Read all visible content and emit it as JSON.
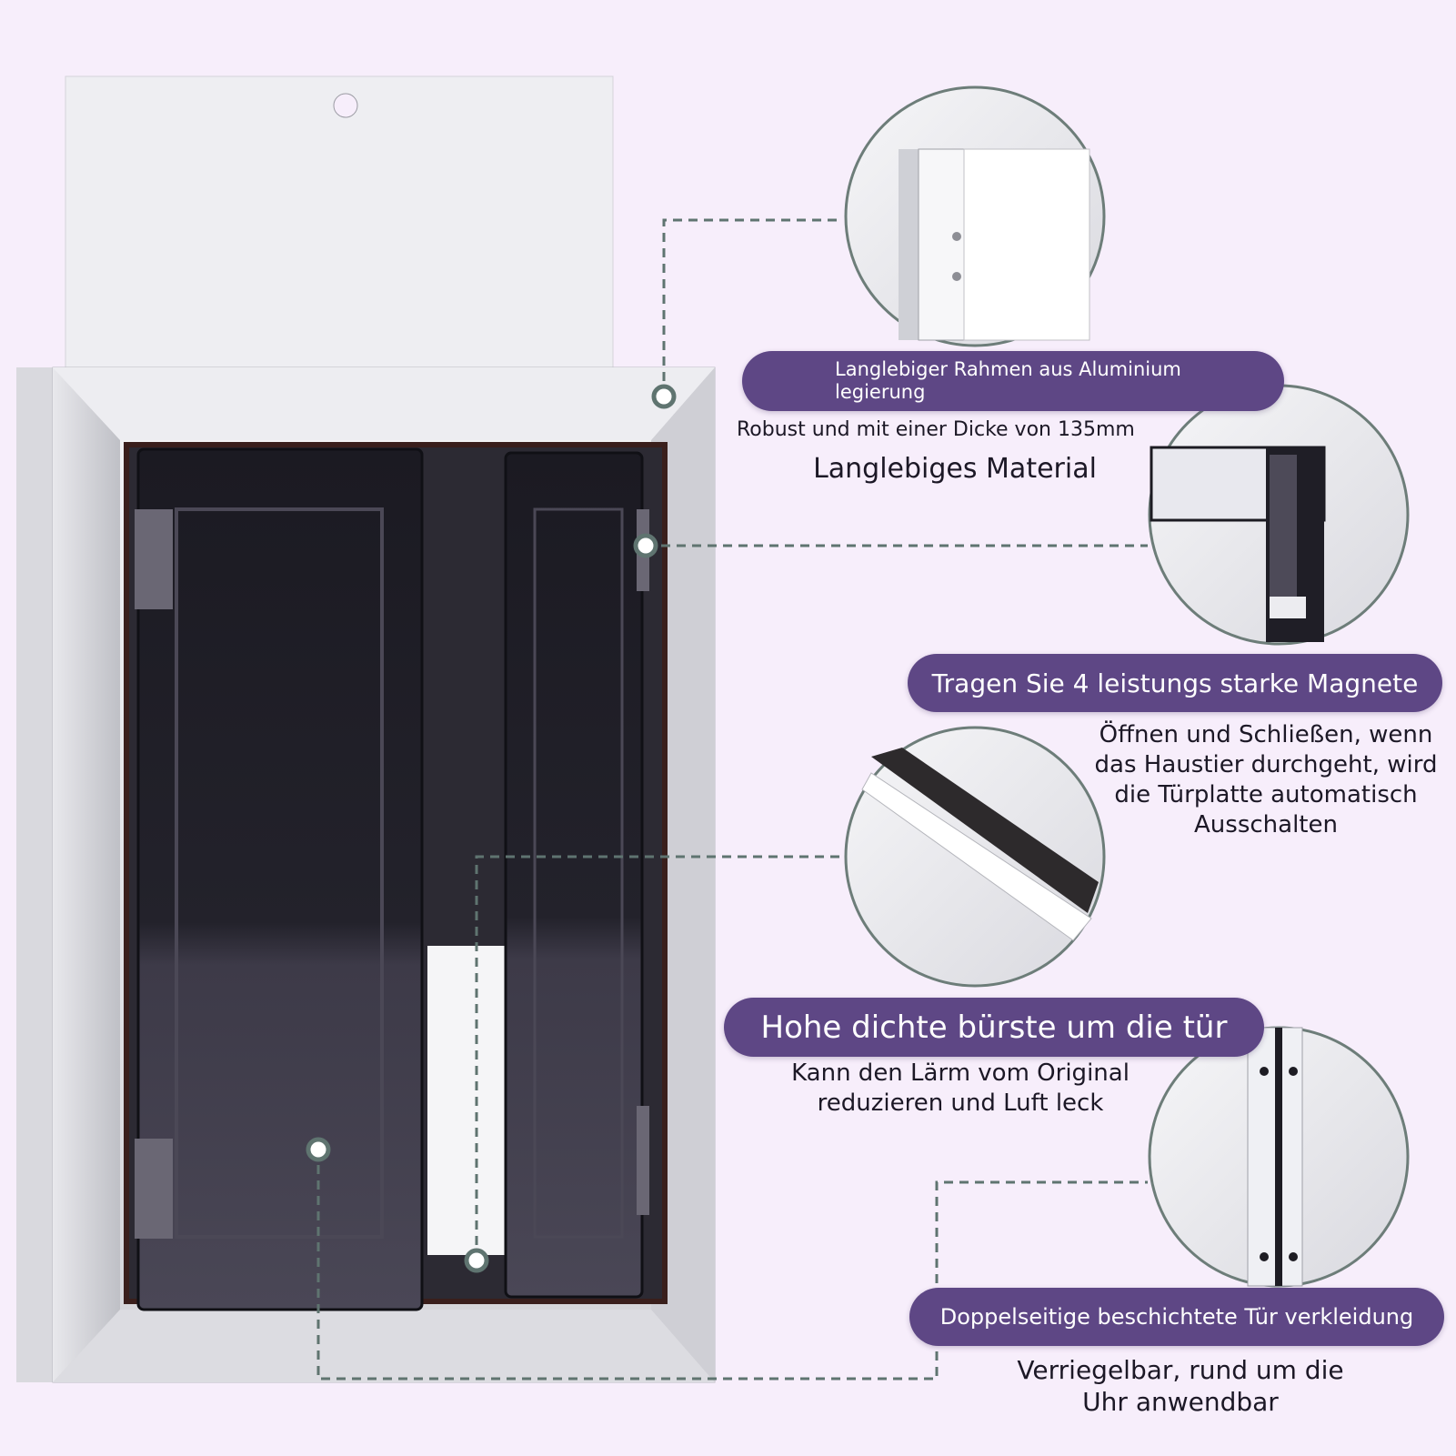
{
  "features": [
    {
      "title": "Langlebiger Rahmen aus Aluminium legierung",
      "title_line1": "Langlebiger Rahmen aus Aluminium",
      "title_line2": "legierung",
      "subtitle": "Robust und mit einer Dicke von 135mm",
      "label": "Langlebiges Material"
    },
    {
      "title": "Tragen Sie 4 leistungs starke Magnete",
      "description": "Öffnen und Schließen, wenn das Haustier durchgeht, wird die Türplatte automatisch Ausschalten"
    },
    {
      "title": "Hohe dichte bürste um die tür",
      "description": "Kann den Lärm vom Original reduzieren und Luft leck"
    },
    {
      "title": "Doppelseitige beschichtete Tür verkleidung",
      "description": "Verriegelbar, rund um die Uhr anwendbar"
    }
  ],
  "colors": {
    "background": "#f7eefb",
    "pill": "#5e4785",
    "pill_text": "#ffffff",
    "text": "#1c1826",
    "frame": "#c9c9ce",
    "flap": "#2b2833",
    "callout_line": "#5f7470"
  }
}
